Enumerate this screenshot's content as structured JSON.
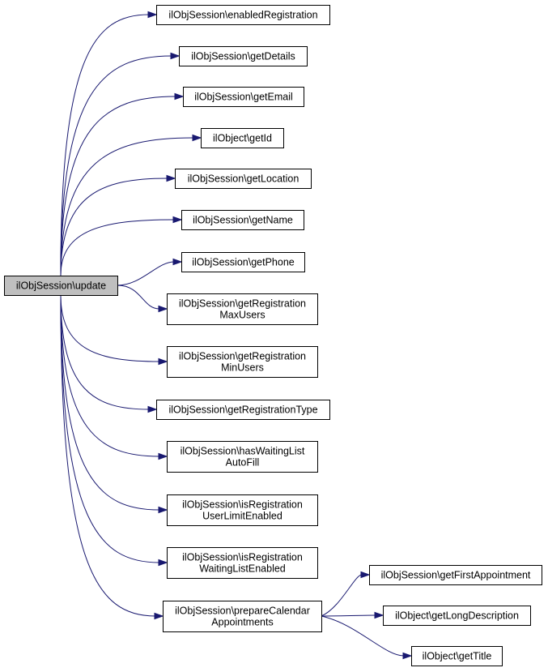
{
  "graph": {
    "root": {
      "id": "update",
      "lines": [
        "ilObjSession\\update"
      ]
    },
    "callees": [
      {
        "id": "enabledRegistration",
        "lines": [
          "ilObjSession\\enabledRegistration"
        ]
      },
      {
        "id": "getDetails",
        "lines": [
          "ilObjSession\\getDetails"
        ]
      },
      {
        "id": "getEmail",
        "lines": [
          "ilObjSession\\getEmail"
        ]
      },
      {
        "id": "getId",
        "lines": [
          "ilObject\\getId"
        ]
      },
      {
        "id": "getLocation",
        "lines": [
          "ilObjSession\\getLocation"
        ]
      },
      {
        "id": "getName",
        "lines": [
          "ilObjSession\\getName"
        ]
      },
      {
        "id": "getPhone",
        "lines": [
          "ilObjSession\\getPhone"
        ]
      },
      {
        "id": "getRegistrationMaxUsers",
        "lines": [
          "ilObjSession\\getRegistration",
          "MaxUsers"
        ]
      },
      {
        "id": "getRegistrationMinUsers",
        "lines": [
          "ilObjSession\\getRegistration",
          "MinUsers"
        ]
      },
      {
        "id": "getRegistrationType",
        "lines": [
          "ilObjSession\\getRegistrationType"
        ]
      },
      {
        "id": "hasWaitingListAutoFill",
        "lines": [
          "ilObjSession\\hasWaitingList",
          "AutoFill"
        ]
      },
      {
        "id": "isRegistrationUserLimitEnabled",
        "lines": [
          "ilObjSession\\isRegistration",
          "UserLimitEnabled"
        ]
      },
      {
        "id": "isRegistrationWaitingListEnabled",
        "lines": [
          "ilObjSession\\isRegistration",
          "WaitingListEnabled"
        ]
      },
      {
        "id": "prepareCalendarAppointments",
        "lines": [
          "ilObjSession\\prepareCalendar",
          "Appointments"
        ]
      }
    ],
    "subcallees": [
      {
        "id": "getFirstAppointment",
        "lines": [
          "ilObjSession\\getFirstAppointment"
        ]
      },
      {
        "id": "getLongDescription",
        "lines": [
          "ilObject\\getLongDescription"
        ]
      },
      {
        "id": "getTitle",
        "lines": [
          "ilObject\\getTitle"
        ]
      }
    ],
    "edges": [
      [
        "update",
        "enabledRegistration"
      ],
      [
        "update",
        "getDetails"
      ],
      [
        "update",
        "getEmail"
      ],
      [
        "update",
        "getId"
      ],
      [
        "update",
        "getLocation"
      ],
      [
        "update",
        "getName"
      ],
      [
        "update",
        "getPhone"
      ],
      [
        "update",
        "getRegistrationMaxUsers"
      ],
      [
        "update",
        "getRegistrationMinUsers"
      ],
      [
        "update",
        "getRegistrationType"
      ],
      [
        "update",
        "hasWaitingListAutoFill"
      ],
      [
        "update",
        "isRegistrationUserLimitEnabled"
      ],
      [
        "update",
        "isRegistrationWaitingListEnabled"
      ],
      [
        "update",
        "prepareCalendarAppointments"
      ],
      [
        "prepareCalendarAppointments",
        "getFirstAppointment"
      ],
      [
        "prepareCalendarAppointments",
        "getLongDescription"
      ],
      [
        "prepareCalendarAppointments",
        "getTitle"
      ]
    ],
    "colors": {
      "root_fill": "#bfbfbf",
      "node_fill": "#ffffff",
      "border": "#000000",
      "edge": "#191970"
    }
  }
}
